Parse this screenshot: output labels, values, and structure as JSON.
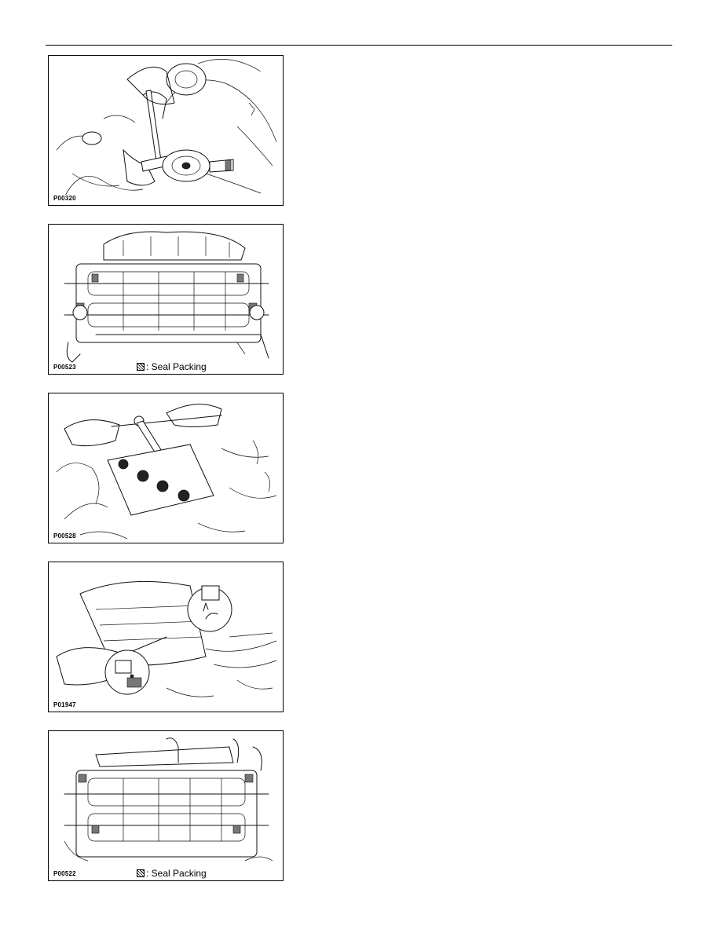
{
  "figures": [
    {
      "code": "P00320",
      "legend": ""
    },
    {
      "code": "P00523",
      "legend": ": Seal Packing"
    },
    {
      "code": "P00528",
      "legend": ""
    },
    {
      "code": "P01947",
      "legend": ""
    },
    {
      "code": "P00522",
      "legend": ": Seal Packing"
    }
  ],
  "icons": {
    "legend_swatch": "hatched-square-icon"
  }
}
